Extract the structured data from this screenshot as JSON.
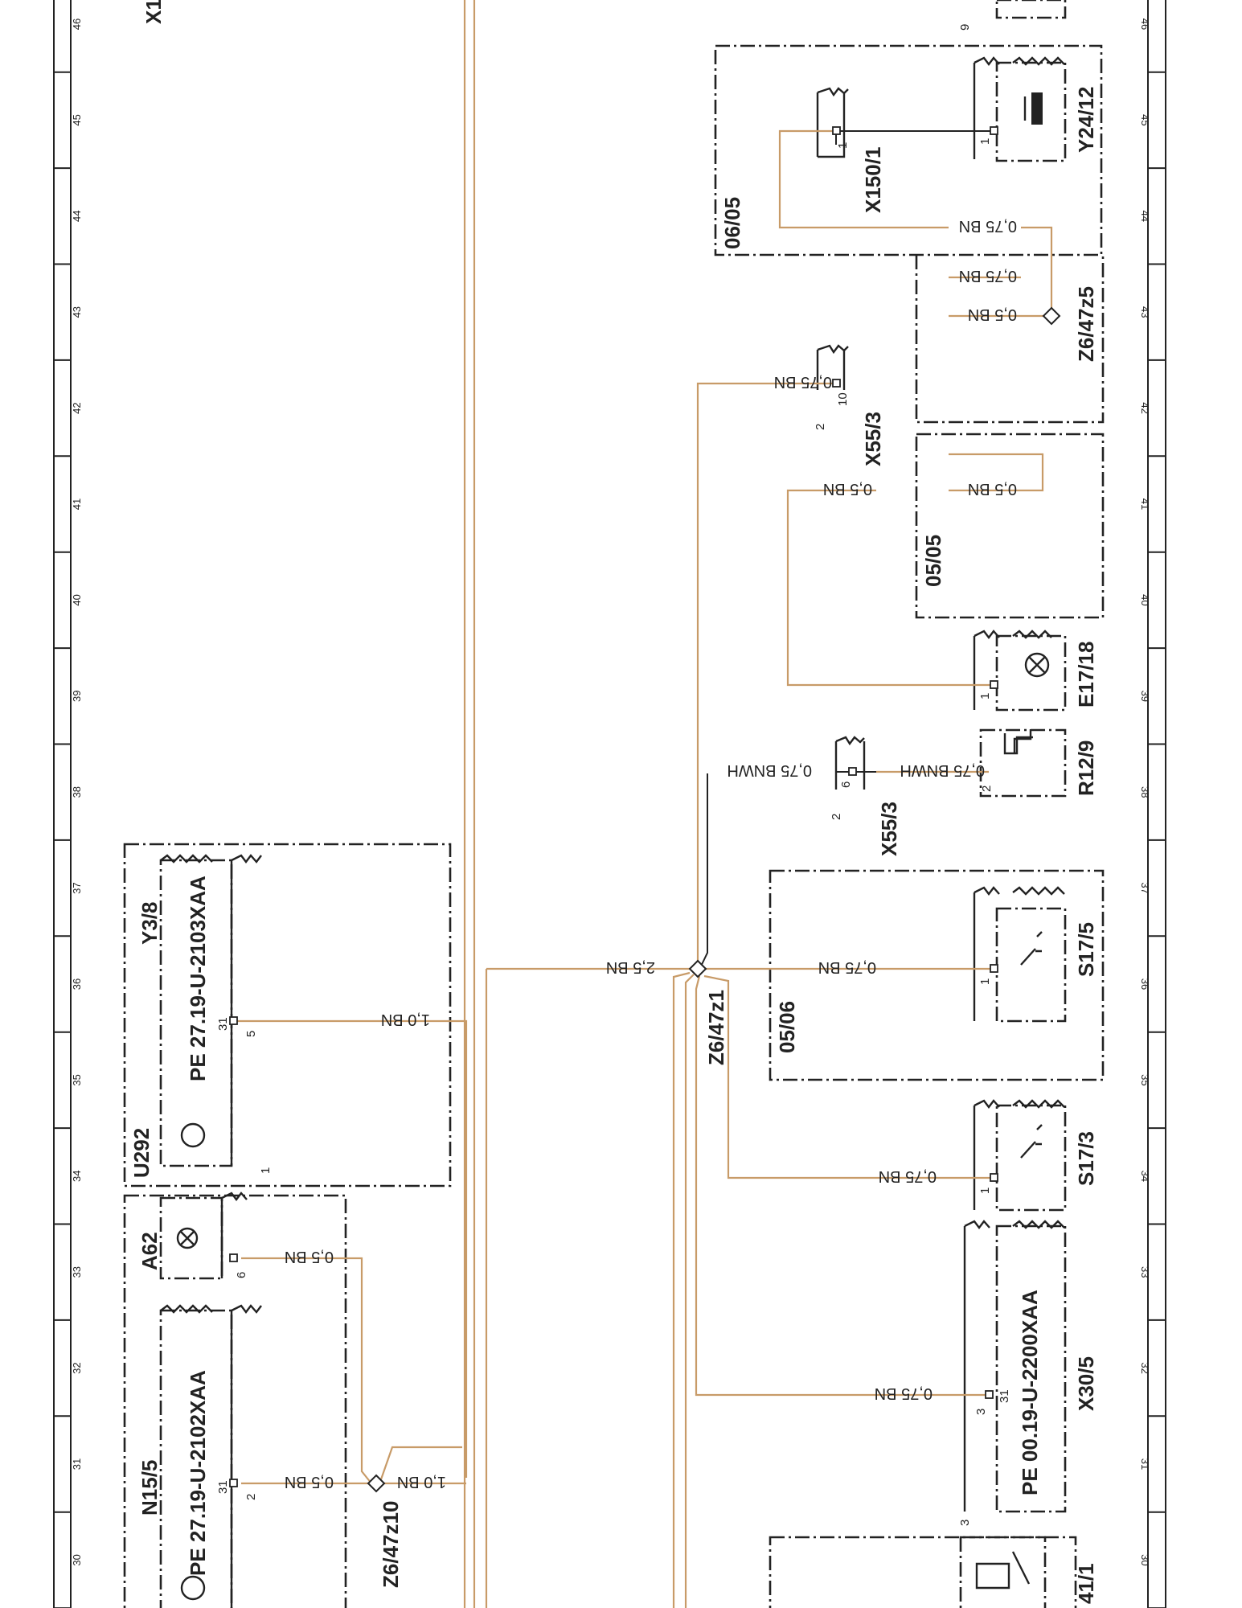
{
  "grid_numbers": [
    "30",
    "31",
    "32",
    "33",
    "34",
    "35",
    "36",
    "37",
    "38",
    "39",
    "40",
    "41",
    "42",
    "43",
    "44",
    "45",
    "46"
  ],
  "components": {
    "X1": "X1",
    "X150_1": "X150/1",
    "Y24_12": "Y24/12",
    "Z6_47z5": "Z6/47z5",
    "X55_3_a": "X55/3",
    "X55_3_b": "X55/3",
    "E17_18": "E17/18",
    "R12_9": "R12/9",
    "S17_5": "S17/5",
    "S17_3": "S17/3",
    "Z6_47z1": "Z6/47z1",
    "X30_5": "X30/5",
    "Y3_8": "Y3/8",
    "U292": "U292",
    "A62": "A62",
    "N15_5": "N15/5",
    "Z6_47z10": "Z6/47z10",
    "bottom_cut": "41/1"
  },
  "part_refs": {
    "y3_8": "PE 27.19-U-2103XAA",
    "n15_5": "PE 27.19-U-2102XAA",
    "x30_5": "PE 00.19-U-2200XAA"
  },
  "wire_labels": {
    "w_x150": "0,75 BN",
    "w_z5_a": "0,75 BN",
    "w_z5_b": "0,5 BN",
    "w_x55_10": "0,75 BN",
    "w_e17": "0,5 BN",
    "w_0505": "0,5 BN",
    "w_r12_l": "0,75 BNWH",
    "w_r12_r": "0,75 BNWH",
    "w_main": "2,5 BN",
    "w_s17_5": "0,75 BN",
    "w_s17_3": "0,75 BN",
    "w_x30": "0,75 BN",
    "w_y3": "1,0 BN",
    "w_a62": "0,5 BN",
    "w_n15": "0,5 BN",
    "w_z10": "1,0 BN"
  },
  "date_refs": {
    "d1": "06/05",
    "d2": "05/05",
    "d3": "05/06"
  },
  "pins": {
    "p_x150": "1",
    "p_y24": "1",
    "p_x55_10": "10",
    "p_x55_2": "2",
    "p_e17": "1",
    "p_r12": "2",
    "p_x55_6": "6",
    "p_x55b_2": "2",
    "p_s17_5": "1",
    "p_s17_3": "1",
    "p_x30_31": "31",
    "p_x30_3": "3",
    "p_x30_3b": "3",
    "p_y3_31": "31",
    "p_y3_5": "5",
    "p_y3_1": "1",
    "p_a62": "6",
    "p_n15_31": "31",
    "p_n15_2": "2",
    "p_y24_9": "9"
  },
  "colors": {
    "wire_brown": "#c89b68",
    "ink": "#222222"
  }
}
